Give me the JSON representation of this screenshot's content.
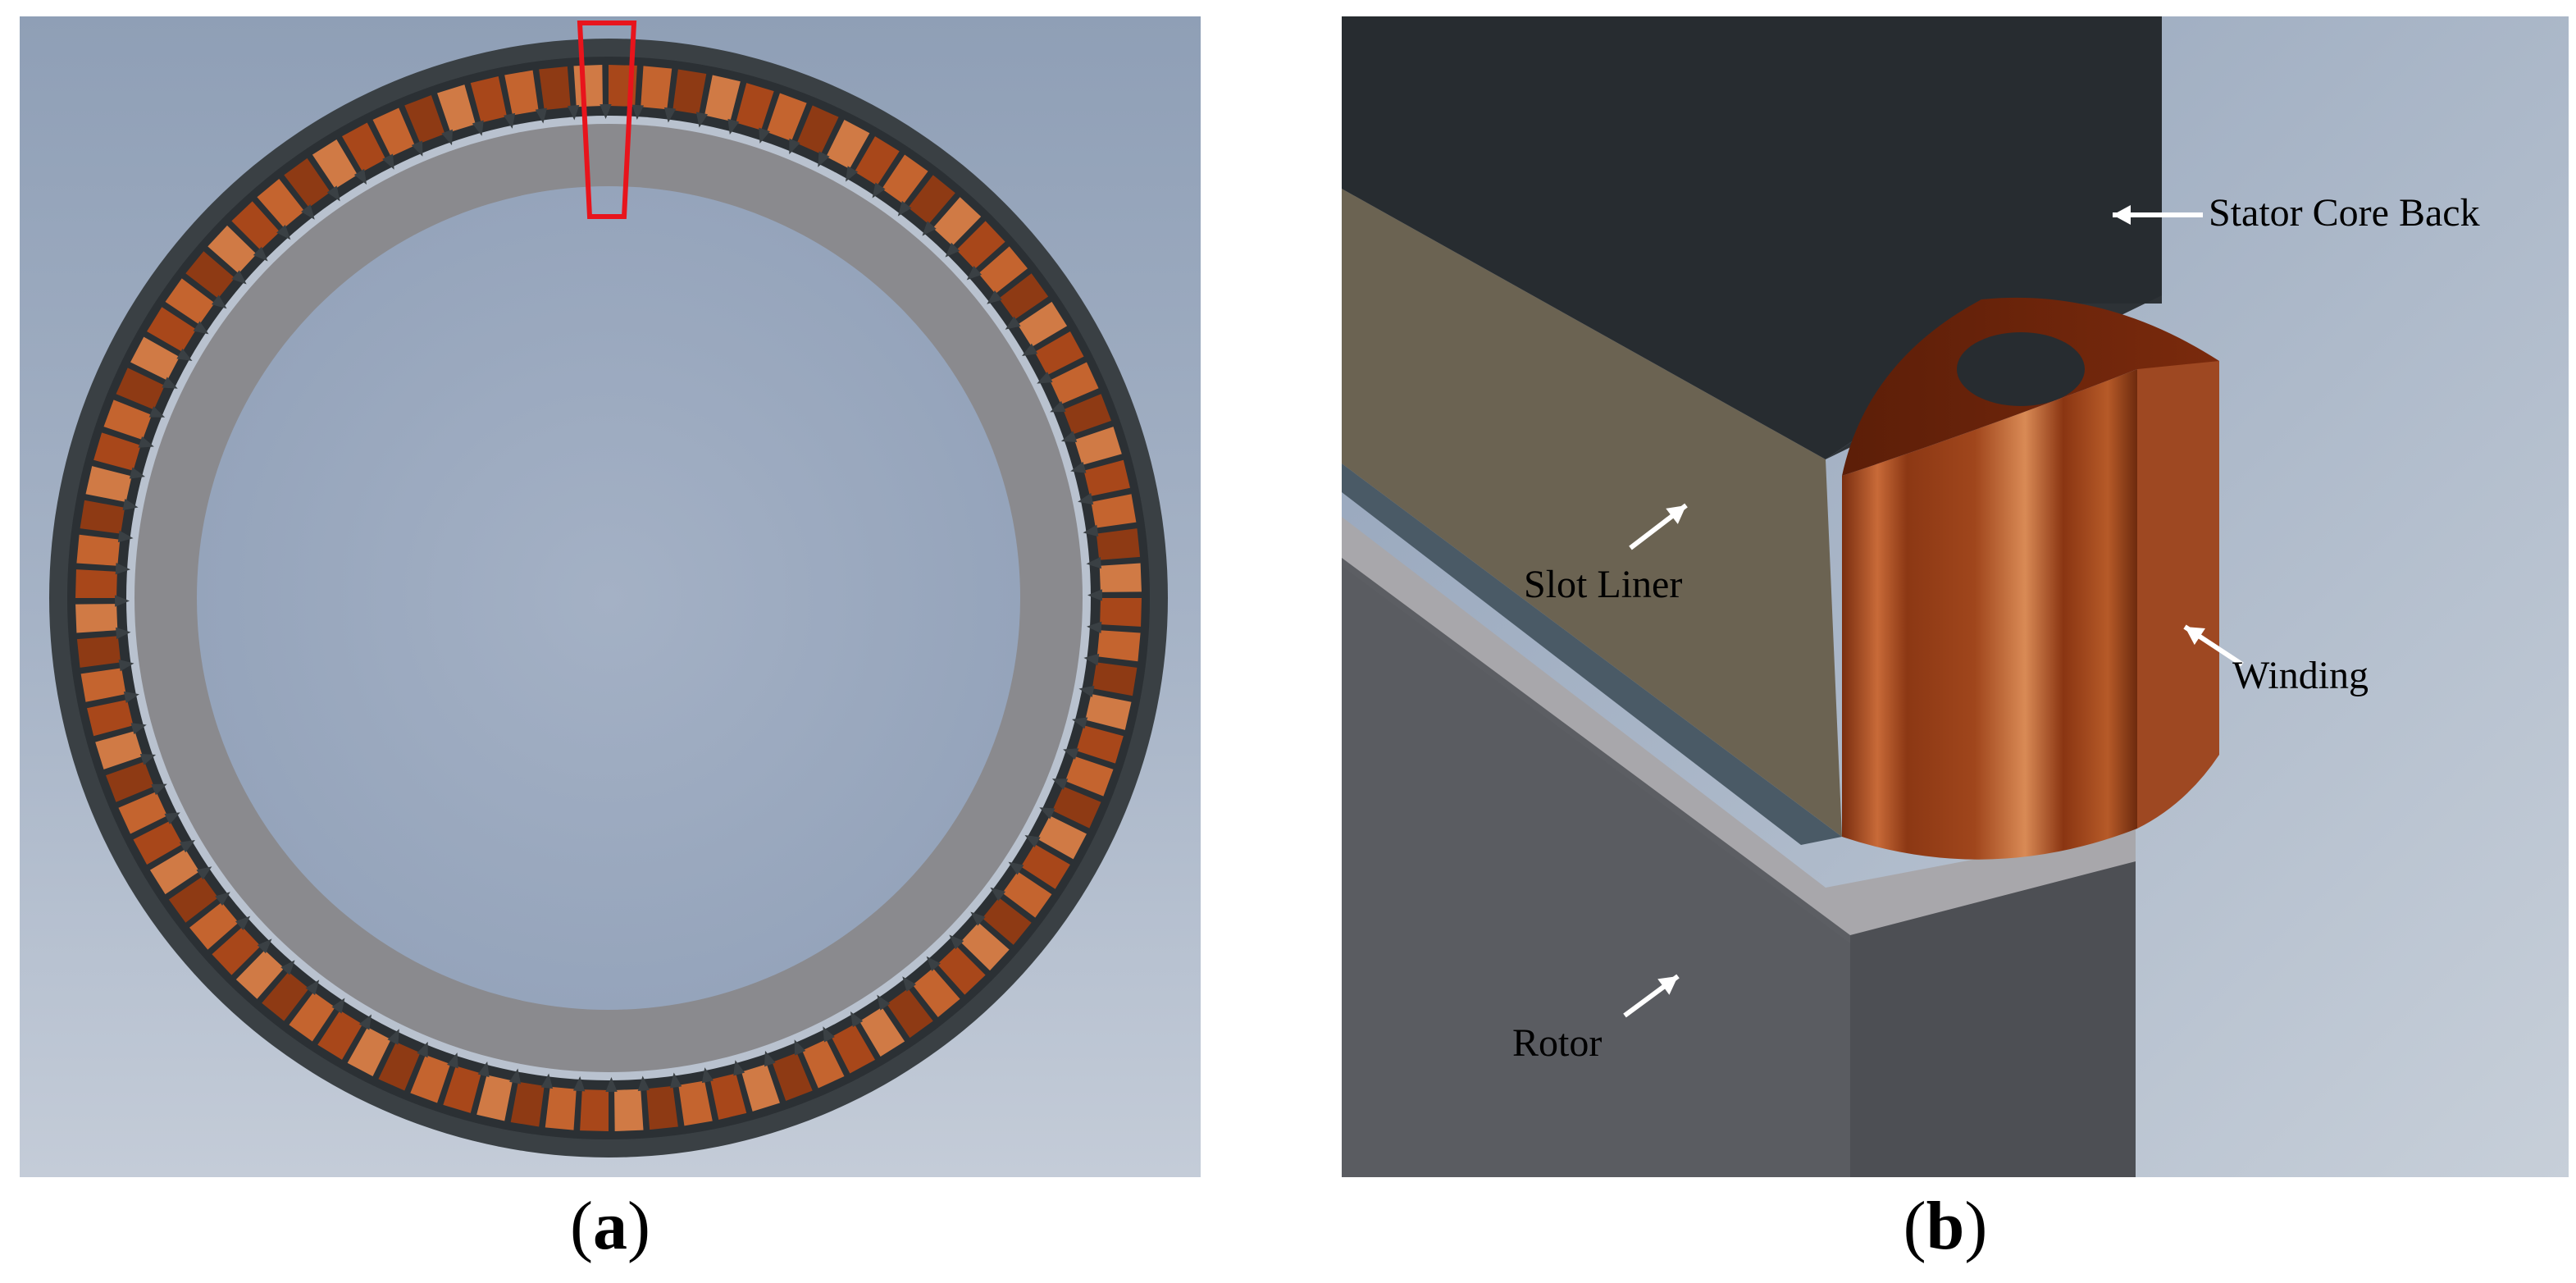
{
  "panels": {
    "a": {
      "caption_letter": "a",
      "caption_open": "(",
      "caption_close": ")",
      "highlight_color": "#e8141c",
      "winding_color": "#b5521c",
      "stator_color": "#3a4044",
      "rotor_color": "#8a8a8e"
    },
    "b": {
      "caption_letter": "b",
      "caption_open": "(",
      "caption_close": ")",
      "labels": {
        "stator": "Stator Core Back",
        "liner": "Slot Liner",
        "winding": "Winding",
        "rotor": "Rotor"
      },
      "arrow_color": "#ffffff"
    }
  },
  "icons": {
    "arrow": "arrow-icon"
  }
}
